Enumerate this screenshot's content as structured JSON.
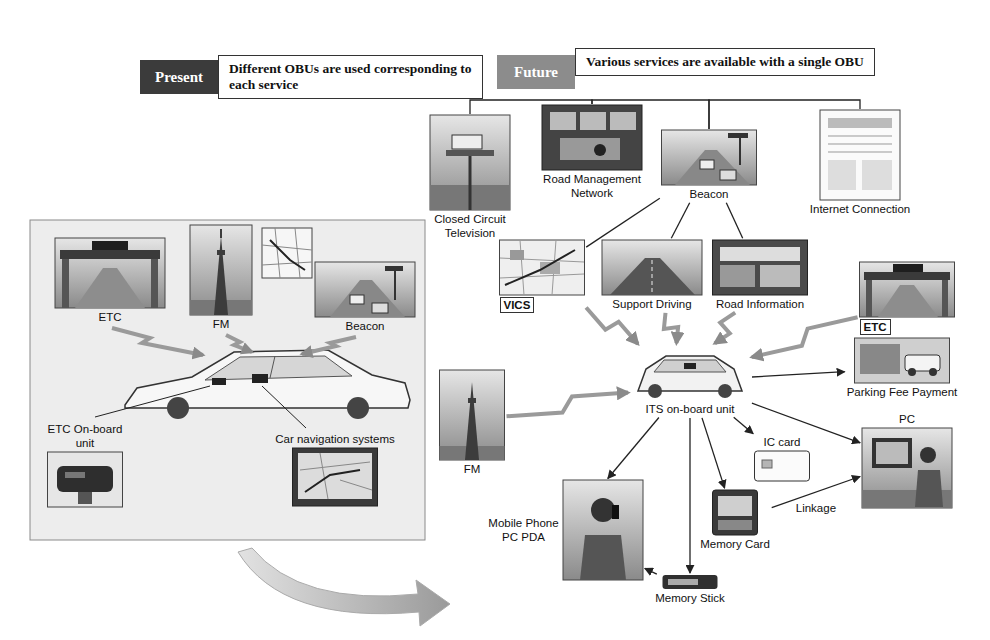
{
  "diagram": {
    "nodes": [
      {
        "text": [
          "Present"
        ]
      },
      {
        "text": [
          "Different OBUs are used corresponding to each service"
        ]
      },
      {
        "text": [
          "Future"
        ]
      },
      {
        "text": [
          "Various services are available with a single OBU"
        ]
      },
      {
        "text": [
          "ETC"
        ]
      },
      {
        "text": [
          "FM"
        ]
      },
      {
        "text": [
          "Beacon"
        ]
      },
      {
        "text": [
          "ETC On-board unit"
        ]
      },
      {
        "text": [
          "Car navigation systems"
        ]
      },
      {
        "text": [
          "Closed Circuit Television"
        ]
      },
      {
        "text": [
          "Road Management Network"
        ]
      },
      {
        "text": [
          "Beacon"
        ]
      },
      {
        "text": [
          "Internet Connection"
        ]
      },
      {
        "text": [
          "VICS"
        ]
      },
      {
        "text": [
          "Support Driving"
        ]
      },
      {
        "text": [
          "Road Information"
        ]
      },
      {
        "text": [
          "ETC"
        ]
      },
      {
        "text": [
          "Parking Fee Payment"
        ]
      },
      {
        "text": [
          "FM"
        ]
      },
      {
        "text": [
          "ITS on-board unit"
        ]
      },
      {
        "text": [
          "IC card"
        ]
      },
      {
        "text": [
          "PC"
        ]
      },
      {
        "text": [
          "Mobile Phone PC PDA"
        ]
      },
      {
        "text": [
          "Memory Stick"
        ]
      },
      {
        "text": [
          "Memory Card"
        ]
      }
    ],
    "edges": [
      {
        "from": 9,
        "to": 10,
        "arrow": "none"
      },
      {
        "from": 10,
        "to": 11,
        "arrow": "none"
      },
      {
        "from": 11,
        "to": 12,
        "arrow": "none"
      },
      {
        "from": 11,
        "to": 13,
        "arrow": "none"
      },
      {
        "from": 11,
        "to": 14,
        "arrow": "none"
      },
      {
        "from": 11,
        "to": 15,
        "arrow": "none"
      },
      {
        "from": 13,
        "to": 19,
        "arrow": "to"
      },
      {
        "from": 14,
        "to": 19,
        "arrow": "to"
      },
      {
        "from": 15,
        "to": 19,
        "arrow": "to"
      },
      {
        "from": 16,
        "to": 19,
        "arrow": "to"
      },
      {
        "from": 18,
        "to": 19,
        "arrow": "to"
      },
      {
        "from": 19,
        "to": 17,
        "arrow": "to"
      },
      {
        "from": 19,
        "to": 21,
        "arrow": "to"
      },
      {
        "from": 19,
        "to": 20,
        "arrow": "to"
      },
      {
        "from": 19,
        "to": 24,
        "arrow": "to"
      },
      {
        "from": 19,
        "to": 23,
        "arrow": "to"
      },
      {
        "from": 19,
        "to": 22,
        "arrow": "to"
      },
      {
        "from": 24,
        "to": 21,
        "label": "Linkage",
        "arrow": "to"
      },
      {
        "from": 23,
        "to": 22,
        "arrow": "to"
      }
    ]
  }
}
